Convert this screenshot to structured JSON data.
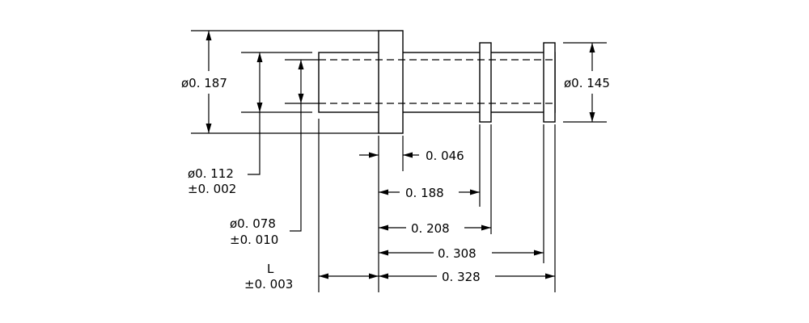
{
  "dimensions": {
    "d187": "ø0. 187",
    "d145": "ø0. 145",
    "d112_value": "ø0. 112",
    "d112_tol": "±0. 002",
    "d078_value": "ø0. 078",
    "d078_tol": "±0. 010",
    "l_label": "L",
    "l_tol": "±0. 003",
    "l046": "0. 046",
    "l188": "0. 188",
    "l208": "0. 208",
    "l308": "0. 308",
    "l328": "0. 328"
  }
}
